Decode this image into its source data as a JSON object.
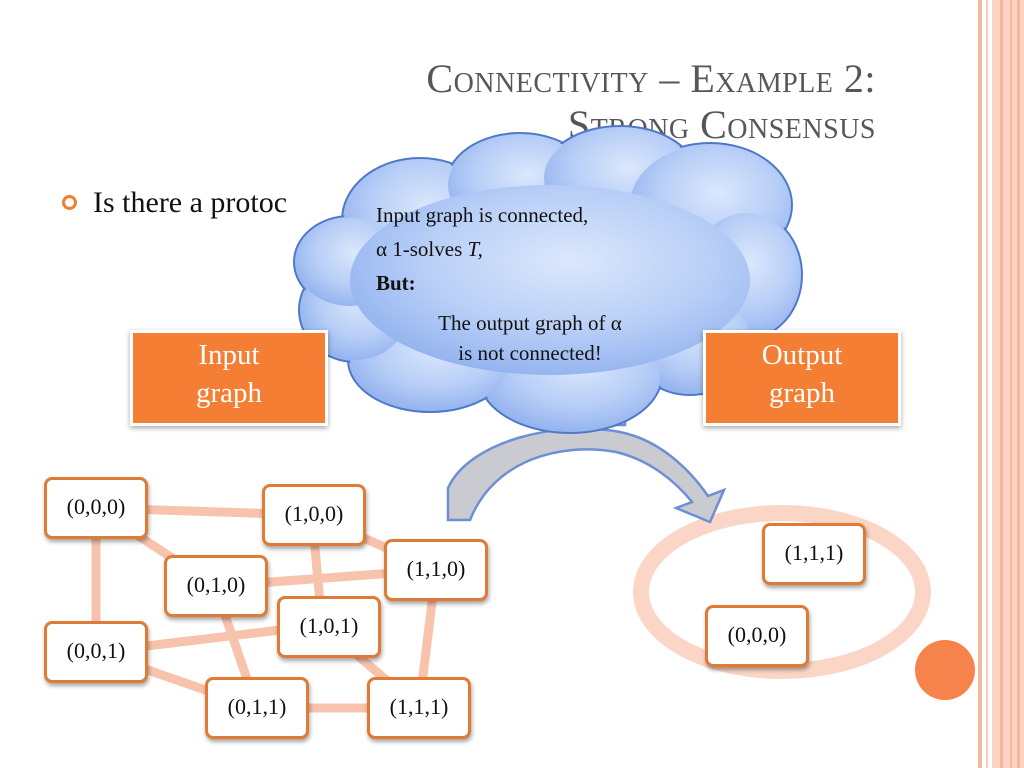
{
  "slide": {
    "title_line1": "Connectivity – Example 2:",
    "title_line2": "Strong Consensus",
    "bullet_text": "Is there a protoc"
  },
  "labels": {
    "input_line1": "Input",
    "input_line2": "graph",
    "output_line1": "Output",
    "output_line2": "graph"
  },
  "cloud": {
    "line1": "Input graph is connected,",
    "line2_prefix": "α 1-solves ",
    "line2_italic": "T,",
    "line3": "But:",
    "line4": "The output graph of α",
    "line5": "is not connected!"
  },
  "input_graph": {
    "nodes": [
      "(0,0,0)",
      "(1,0,0)",
      "(0,1,0)",
      "(1,1,0)",
      "(1,0,1)",
      "(0,0,1)",
      "(0,1,1)",
      "(1,1,1)"
    ]
  },
  "output_graph": {
    "nodes": [
      "(1,1,1)",
      "(0,0,0)"
    ]
  },
  "colors": {
    "accent": "#f47e33",
    "node_border": "#e07a34",
    "edge": "#f7c3ad",
    "cloud_fill": "#a9c4f5",
    "title": "#55575a"
  }
}
